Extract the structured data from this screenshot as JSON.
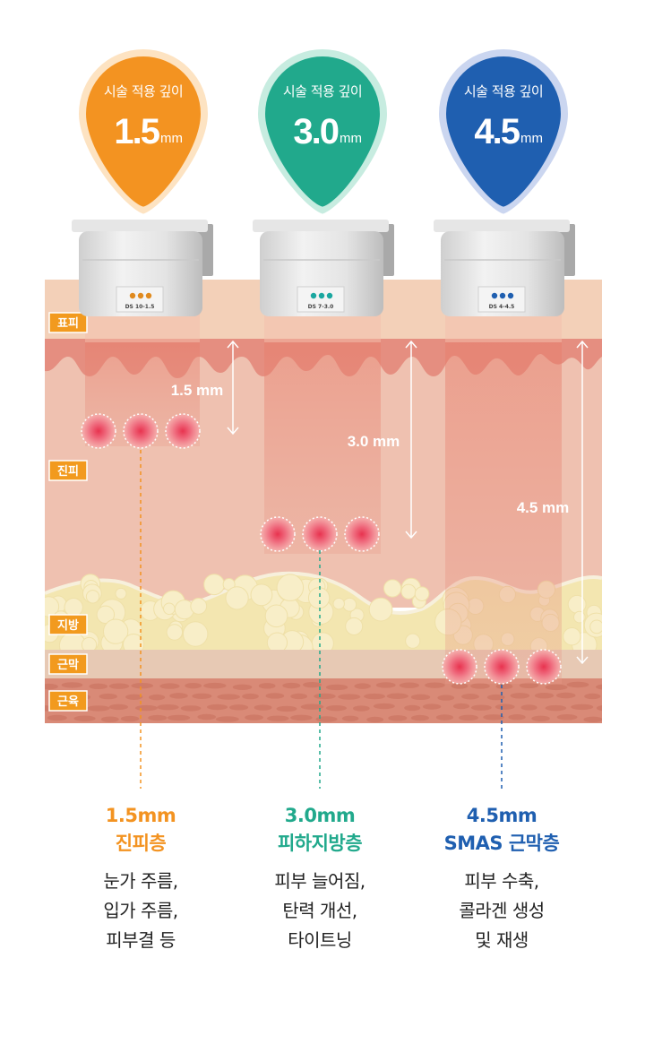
{
  "pins": [
    {
      "label": "시술 적용 깊이",
      "value": "1.5",
      "unit": "mm",
      "color": "#f39321",
      "ring": "#fde3c2"
    },
    {
      "label": "시술 적용 깊이",
      "value": "3.0",
      "unit": "mm",
      "color": "#21a98c",
      "ring": "#c7ece0"
    },
    {
      "label": "시술 적용 깊이",
      "value": "4.5",
      "unit": "mm",
      "color": "#1f5fb0",
      "ring": "#cbd6f0"
    }
  ],
  "cartridges": [
    {
      "model": "DS 10-1.5",
      "dot_color": "#e08a1e"
    },
    {
      "model": "DS 7-3.0",
      "dot_color": "#1aa7a0"
    },
    {
      "model": "DS 4-4.5",
      "dot_color": "#1f5fb0"
    }
  ],
  "layers": {
    "epidermis": "표피",
    "dermis": "진피",
    "fat": "지방",
    "fascia": "근막",
    "muscle": "근육"
  },
  "depth_labels": [
    "1.5 mm",
    "3.0 mm",
    "4.5 mm"
  ],
  "captions": [
    {
      "title_1": "1.5mm",
      "title_2": "진피층",
      "desc": "눈가 주름,\n입가 주름,\n피부결 등",
      "color": "#f39321"
    },
    {
      "title_1": "3.0mm",
      "title_2": "피하지방층",
      "desc": "피부 늘어짐,\n탄력 개선,\n타이트닝",
      "color": "#21a98c"
    },
    {
      "title_1": "4.5mm",
      "title_2": "SMAS 근막층",
      "desc": "피부 수축,\n콜라겐 생성\n및 재생",
      "color": "#1f5fb0"
    }
  ]
}
